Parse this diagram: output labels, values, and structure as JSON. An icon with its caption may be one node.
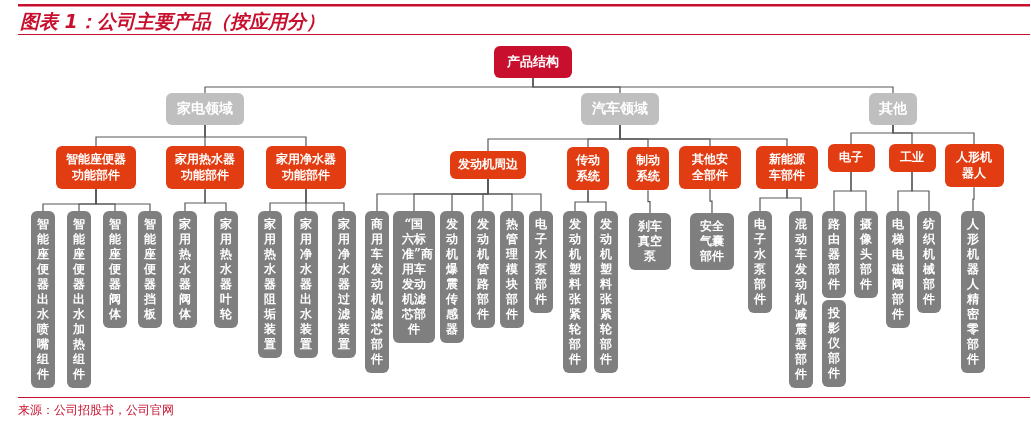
{
  "diagram": {
    "title": "图表 1：公司主要产品（按应用分）",
    "caption": "来源：公司招股书，公司官网",
    "nodes": [
      {
        "text": [
          "产品结构"
        ]
      },
      {
        "text": [
          "家电领域"
        ]
      },
      {
        "text": [
          "汽车领域"
        ]
      },
      {
        "text": [
          "其他"
        ]
      },
      {
        "text": [
          "智能座便器功能部件"
        ]
      },
      {
        "text": [
          "家用热水器功能部件"
        ]
      },
      {
        "text": [
          "家用净水器功能部件"
        ]
      },
      {
        "text": [
          "发动机周边"
        ]
      },
      {
        "text": [
          "传动系统"
        ]
      },
      {
        "text": [
          "制动系统"
        ]
      },
      {
        "text": [
          "其他安全部件"
        ]
      },
      {
        "text": [
          "新能源车部件"
        ]
      },
      {
        "text": [
          "电子"
        ]
      },
      {
        "text": [
          "工业"
        ]
      },
      {
        "text": [
          "人形机器人"
        ]
      },
      {
        "text": [
          "智能座便器出水喷嘴组件"
        ]
      },
      {
        "text": [
          "智能座便器出水加热组件"
        ]
      },
      {
        "text": [
          "智能座便器阀体"
        ]
      },
      {
        "text": [
          "智能座便器挡板"
        ]
      },
      {
        "text": [
          "家用热水器阀体"
        ]
      },
      {
        "text": [
          "家用热水器叶轮"
        ]
      },
      {
        "text": [
          "家用热水器阻垢装置"
        ]
      },
      {
        "text": [
          "家用净水器出水装置"
        ]
      },
      {
        "text": [
          "家用净水器过滤装置"
        ]
      },
      {
        "text": [
          "商用车发动机滤芯部件"
        ]
      },
      {
        "text": [
          "“国六标准”商用车发动机滤芯部件"
        ]
      },
      {
        "text": [
          "发动机爆震传感器"
        ]
      },
      {
        "text": [
          "发动机管路部件"
        ]
      },
      {
        "text": [
          "热管理模块部件"
        ]
      },
      {
        "text": [
          "电子水泵部件"
        ]
      },
      {
        "text": [
          "发动机塑料张紧轮部件"
        ]
      },
      {
        "text": [
          "发动机塑料张紧轮部件"
        ]
      },
      {
        "text": [
          "刹车真空泵"
        ]
      },
      {
        "text": [
          "安全气囊部件"
        ]
      },
      {
        "text": [
          "电子水泵部件"
        ]
      },
      {
        "text": [
          "混动车发动机减震器部件"
        ]
      },
      {
        "text": [
          "路由器部件"
        ]
      },
      {
        "text": [
          "投影仪部件"
        ]
      },
      {
        "text": [
          "摄像头部件"
        ]
      },
      {
        "text": [
          "电梯电磁阀部件"
        ]
      },
      {
        "text": [
          "纺织机械部件"
        ]
      },
      {
        "text": [
          "人形机器人精密零部件"
        ]
      }
    ],
    "edges": [
      {
        "from": 0,
        "to": 1,
        "arrow": "none"
      },
      {
        "from": 0,
        "to": 2,
        "arrow": "none"
      },
      {
        "from": 0,
        "to": 3,
        "arrow": "none"
      },
      {
        "from": 1,
        "to": 4,
        "arrow": "none"
      },
      {
        "from": 1,
        "to": 5,
        "arrow": "none"
      },
      {
        "from": 1,
        "to": 6,
        "arrow": "none"
      },
      {
        "from": 2,
        "to": 7,
        "arrow": "none"
      },
      {
        "from": 2,
        "to": 8,
        "arrow": "none"
      },
      {
        "from": 2,
        "to": 9,
        "arrow": "none"
      },
      {
        "from": 2,
        "to": 10,
        "arrow": "none"
      },
      {
        "from": 2,
        "to": 11,
        "arrow": "none"
      },
      {
        "from": 3,
        "to": 12,
        "arrow": "none"
      },
      {
        "from": 3,
        "to": 13,
        "arrow": "none"
      },
      {
        "from": 3,
        "to": 14,
        "arrow": "none"
      },
      {
        "from": 4,
        "to": 15,
        "arrow": "none"
      },
      {
        "from": 4,
        "to": 16,
        "arrow": "none"
      },
      {
        "from": 4,
        "to": 17,
        "arrow": "none"
      },
      {
        "from": 4,
        "to": 18,
        "arrow": "none"
      },
      {
        "from": 5,
        "to": 19,
        "arrow": "none"
      },
      {
        "from": 5,
        "to": 20,
        "arrow": "none"
      },
      {
        "from": 6,
        "to": 21,
        "arrow": "none"
      },
      {
        "from": 6,
        "to": 22,
        "arrow": "none"
      },
      {
        "from": 6,
        "to": 23,
        "arrow": "none"
      },
      {
        "from": 7,
        "to": 24,
        "arrow": "none"
      },
      {
        "from": 7,
        "to": 25,
        "arrow": "none"
      },
      {
        "from": 7,
        "to": 26,
        "arrow": "none"
      },
      {
        "from": 7,
        "to": 27,
        "arrow": "none"
      },
      {
        "from": 7,
        "to": 28,
        "arrow": "none"
      },
      {
        "from": 7,
        "to": 29,
        "arrow": "none"
      },
      {
        "from": 8,
        "to": 30,
        "arrow": "none"
      },
      {
        "from": 8,
        "to": 31,
        "arrow": "none"
      },
      {
        "from": 9,
        "to": 32,
        "arrow": "none"
      },
      {
        "from": 10,
        "to": 33,
        "arrow": "none"
      },
      {
        "from": 11,
        "to": 34,
        "arrow": "none"
      },
      {
        "from": 11,
        "to": 35,
        "arrow": "none"
      },
      {
        "from": 12,
        "to": 36,
        "arrow": "none"
      },
      {
        "from": 12,
        "to": 38,
        "arrow": "none"
      },
      {
        "from": 13,
        "to": 39,
        "arrow": "none"
      },
      {
        "from": 13,
        "to": 40,
        "arrow": "none"
      },
      {
        "from": 14,
        "to": 41,
        "arrow": "none"
      }
    ]
  }
}
